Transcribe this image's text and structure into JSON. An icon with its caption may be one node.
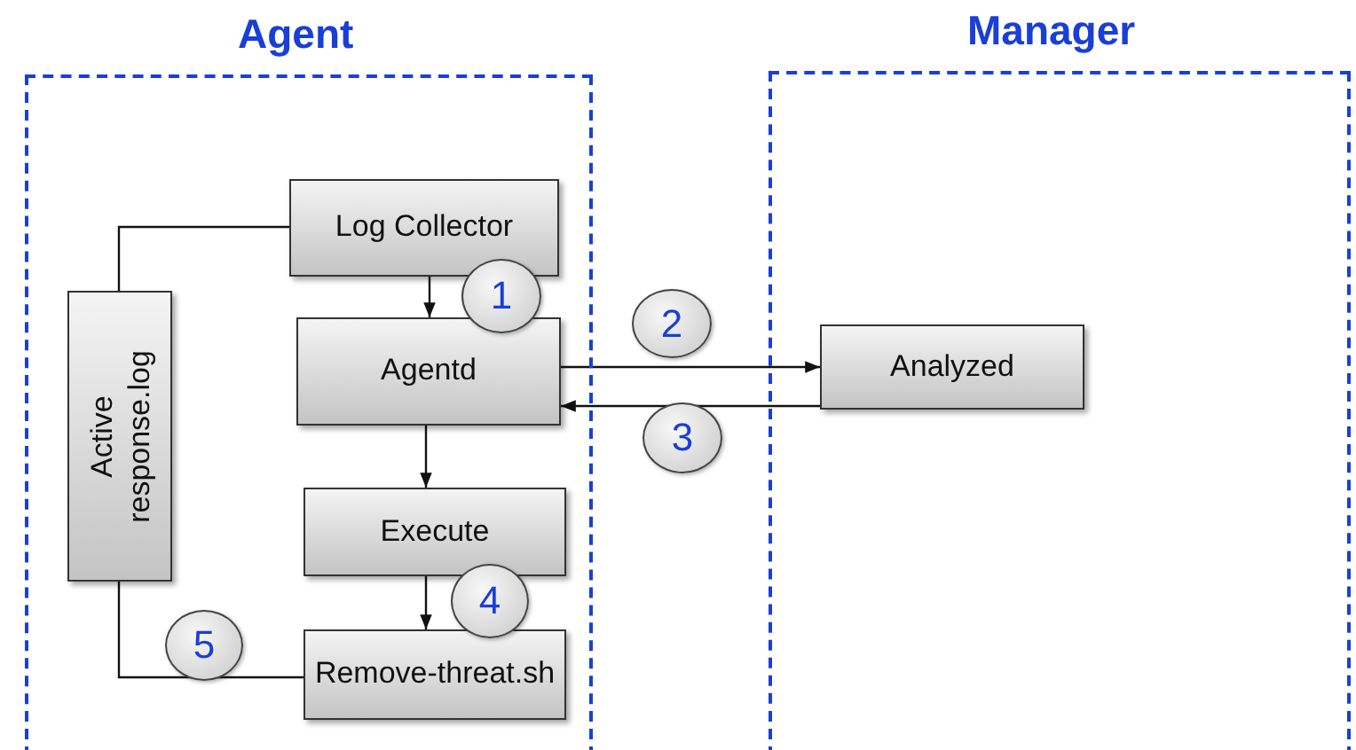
{
  "diagram": {
    "nodes": [
      {
        "text": [
          "Agent"
        ]
      },
      {
        "text": [
          "Log Collector"
        ],
        "in": 0
      },
      {
        "text": [
          "1"
        ],
        "in": 0
      },
      {
        "text": [
          "Active response.log"
        ],
        "in": 0
      },
      {
        "text": [
          "Agentd"
        ],
        "in": 0
      },
      {
        "text": [
          "2"
        ]
      },
      {
        "text": [
          "3"
        ]
      },
      {
        "text": [
          "Execute"
        ],
        "in": 0
      },
      {
        "text": [
          "4"
        ],
        "in": 0
      },
      {
        "text": [
          "5"
        ],
        "in": 0
      },
      {
        "text": [
          "Remove-threat.sh"
        ],
        "in": 0
      },
      {
        "text": [
          "Manager"
        ]
      },
      {
        "text": [
          "Analyzed"
        ],
        "in": 11
      }
    ],
    "edges": [
      {
        "from": 1,
        "to": 4,
        "arrow": "to"
      },
      {
        "from": 4,
        "to": 12,
        "arrow": "to"
      },
      {
        "from": 12,
        "to": 4,
        "arrow": "to"
      },
      {
        "from": 4,
        "to": 7,
        "arrow": "to"
      },
      {
        "from": 7,
        "to": 10,
        "arrow": "to"
      },
      {
        "from": 1,
        "to": 3,
        "arrow": "none"
      },
      {
        "from": 3,
        "to": 10,
        "arrow": "none"
      }
    ]
  }
}
